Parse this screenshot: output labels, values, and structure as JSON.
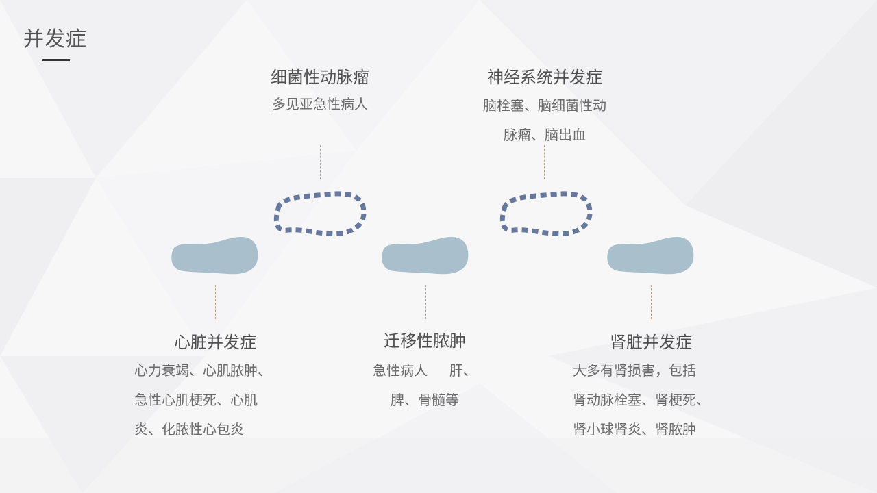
{
  "page": {
    "title": "并发症"
  },
  "colors": {
    "solid_shape": "#a9bfcc",
    "dashed_shape": "#66789b",
    "connector": "#b79b84"
  },
  "items": [
    {
      "title": "细菌性动脉瘤",
      "desc": [
        "多见亚急性病人"
      ]
    },
    {
      "title": "神经系统并发症",
      "desc": [
        "脑栓塞、脑细菌性动",
        "脉瘤、脑出血"
      ]
    },
    {
      "title": "心脏并发症",
      "desc": [
        "心力衰竭、心肌脓肿、",
        "急性心肌梗死、心肌",
        "炎、化脓性心包炎"
      ]
    },
    {
      "title": "迁移性脓肿",
      "desc": [
        "急性病人     肝、",
        "脾、骨髓等"
      ]
    },
    {
      "title": "肾脏并发症",
      "desc": [
        "大多有肾损害，包括",
        "肾动脉栓塞、肾梗死、",
        "肾小球肾炎、肾脓肿"
      ]
    }
  ]
}
